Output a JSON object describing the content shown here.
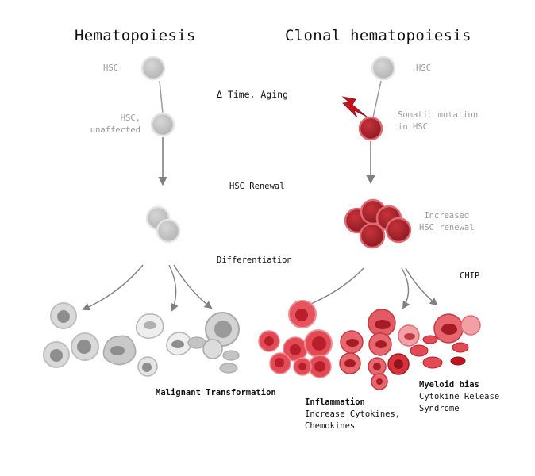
{
  "titles": {
    "left": "Hematopoiesis",
    "right": "Clonal hematopoiesis"
  },
  "left_labels": {
    "hsc": "HSC",
    "hsc_unaffected": "HSC,\nunaffected"
  },
  "right_labels": {
    "hsc": "HSC",
    "somatic_mutation": "Somatic mutation\nin HSC",
    "increased_renewal": "Increased\nHSC renewal"
  },
  "center_labels": {
    "time_aging": "Δ Time, Aging",
    "hsc_renewal": "HSC Renewal",
    "differentiation": "Differentiation",
    "chip": "CHIP"
  },
  "outcomes": {
    "malignant": "Malignant Transformation",
    "inflammation_title": "Inflammation",
    "inflammation_text": "Increase Cytokines,\nChemokines",
    "myeloid_title": "Myeloid bias",
    "myeloid_text": "Cytokine Release\nSyndrome"
  },
  "colors": {
    "healthy_cell": "#c4c4c4",
    "mutant_cell": "#b8242e",
    "mature_red": "#e24b55",
    "arrow": "#808080"
  }
}
